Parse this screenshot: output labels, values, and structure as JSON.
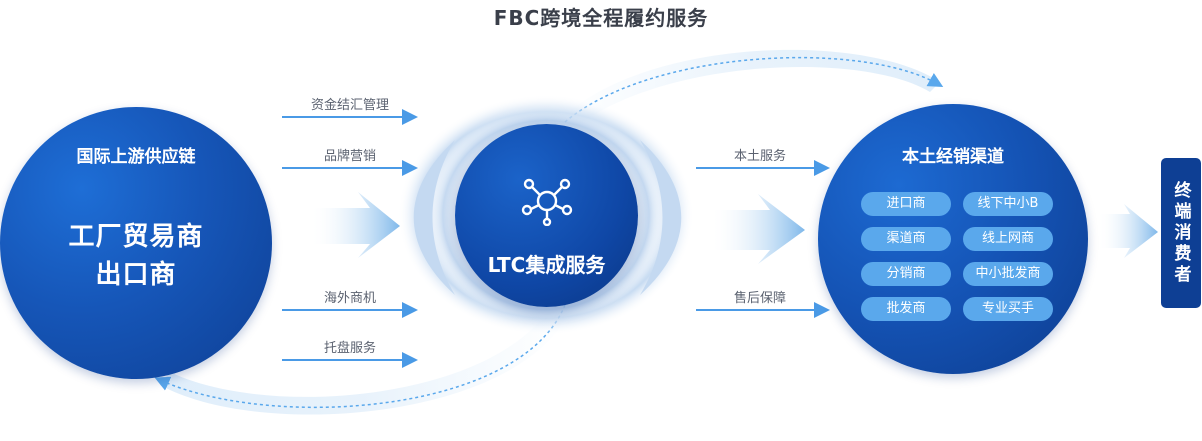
{
  "title": "FBC跨境全程履约服务",
  "left_node": {
    "subtitle": "国际上游供应链",
    "line1": "工厂贸易商",
    "line2": "出口商"
  },
  "left_flows": {
    "top": [
      "资金结汇管理",
      "品牌营销"
    ],
    "bottom": [
      "海外商机",
      "托盘服务"
    ]
  },
  "center_node": {
    "label": "LTC集成服务",
    "icon": "network-hub-icon"
  },
  "right_flows": {
    "top": "本土服务",
    "bottom": "售后保障"
  },
  "right_node": {
    "title": "本土经销渠道",
    "pills": [
      [
        "进口商",
        "线下中小B"
      ],
      [
        "渠道商",
        "线上网商"
      ],
      [
        "分销商",
        "中小批发商"
      ],
      [
        "批发商",
        "专业买手"
      ]
    ]
  },
  "consumer": "终端消费者",
  "colors": {
    "dark_blue": "#0e3f94",
    "mid_blue": "#1656b8",
    "pill_blue": "#5aa8ec",
    "arrow_blue": "#4a9ae6",
    "label_gray": "#5b6270"
  }
}
